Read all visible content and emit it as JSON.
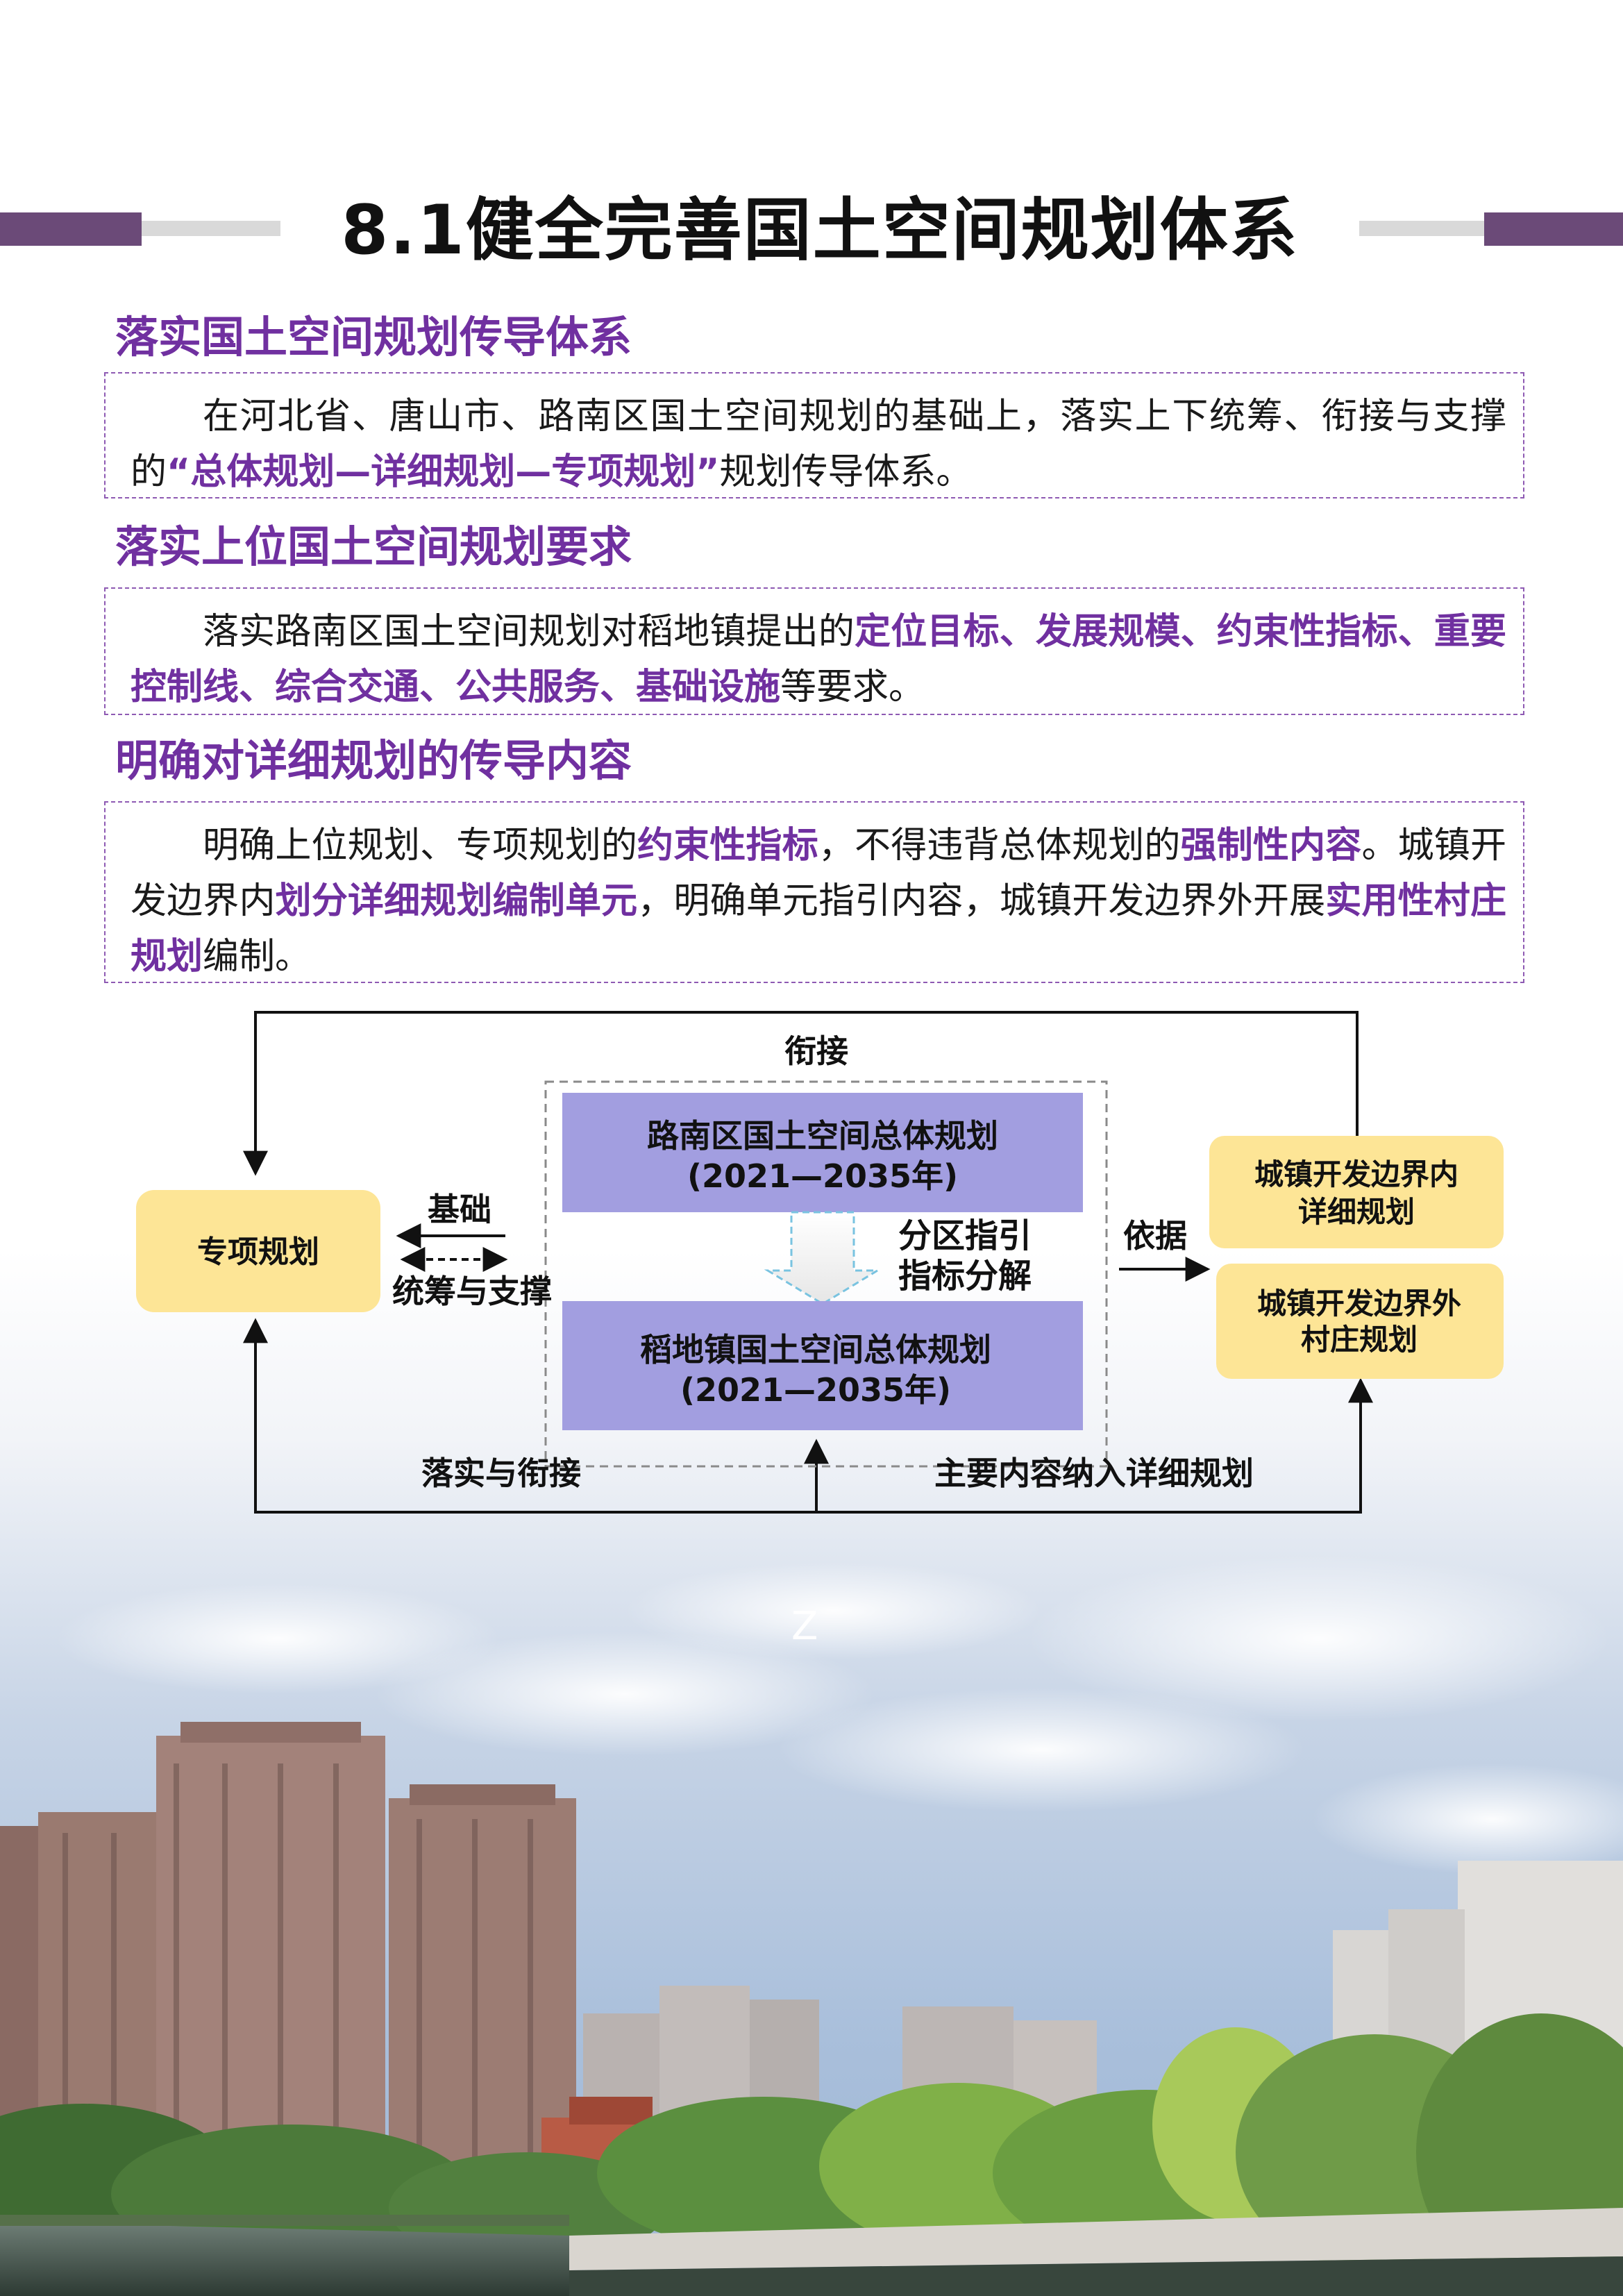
{
  "title": "8.1健全完善国土空间规划体系",
  "sections": [
    {
      "heading": "落实国土空间规划传导体系",
      "p1": "在河北省、唐山市、路南区国土空间规划的基础上，落实上下统筹、衔接与支撑的",
      "hl1": "“总体规划—详细规划—专项规划”",
      "p2": "规划传导体系。"
    },
    {
      "heading": "落实上位国土空间规划要求",
      "p1": "落实路南区国土空间规划对稻地镇提出的",
      "hl1": "定位目标、发展规模、约束性指标、重要控制线、综合交通、公共服务、基础设施",
      "p2": "等要求。"
    },
    {
      "heading": "明确对详细规划的传导内容",
      "p1": "明确上位规划、专项规划的",
      "hl1": "约束性指标",
      "p2": "，不得违背总体规划的",
      "hl2": "强制性内容",
      "p3": "。城镇开发边界内",
      "hl3": "划分详细规划编制单元",
      "p4": "，明确单元指引内容，城镇开发边界外开展",
      "hl4": "实用性村庄规划",
      "p5": "编制。"
    }
  ],
  "diagram": {
    "top_label": "衔接",
    "left_box": "专项规划",
    "upper_box_line1": "路南区国土空间总体规划",
    "upper_box_line2": "(2021—2035年)",
    "lower_box_line1": "稻地镇国土空间总体规划",
    "lower_box_line2": "(2021—2035年)",
    "mid_label_line1": "分区指引",
    "mid_label_line2": "指标分解",
    "jichu_label": "基础",
    "tongchou_label": "统筹与支撑",
    "yiju_label": "依据",
    "right_box1_line1": "城镇开发边界内",
    "right_box1_line2": "详细规划",
    "right_box2_line1": "城镇开发边界外",
    "right_box2_line2": "村庄规划",
    "bottom_left_label": "落实与衔接",
    "bottom_right_label": "主要内容纳入详细规划"
  },
  "watermark": "Z",
  "colors": {
    "accent_purple": "#7030a0",
    "bar_purple": "#6b4a78",
    "box_lavender": "#a29ee0",
    "box_yellow": "#fde596"
  }
}
